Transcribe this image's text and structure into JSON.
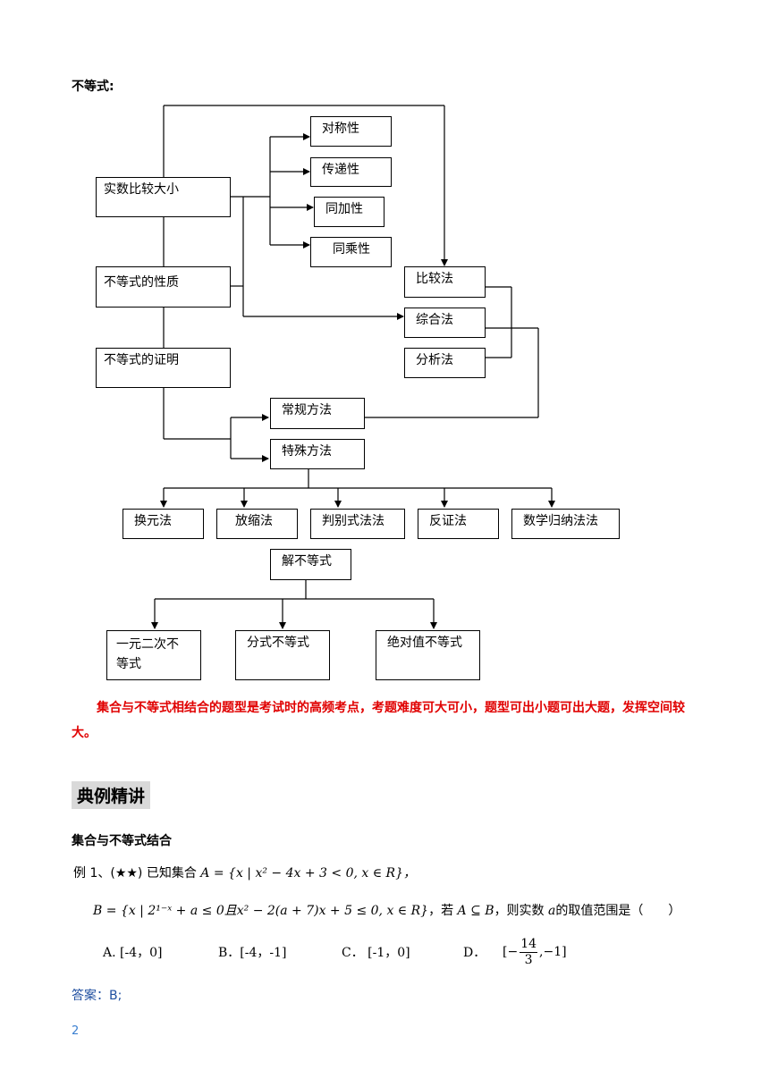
{
  "page": {
    "top_heading": "不等式:",
    "footer_page_number": "2"
  },
  "diagram": {
    "nodes": {
      "compare_real": "实数比较大小",
      "inequality_props": "不等式的性质",
      "inequality_proof": "不等式的证明",
      "symmetry": "对称性",
      "transitivity": "传递性",
      "additivity": "同加性",
      "multiplicativity": "同乘性",
      "comparison_method": "比较法",
      "synthesis_method": "综合法",
      "analysis_method": "分析法",
      "regular_methods": "常规方法",
      "special_methods": "特殊方法",
      "substitution": "换元法",
      "scaling": "放缩法",
      "discriminant": "判别式法法",
      "contradiction": "反证法",
      "induction": "数学归纳法法",
      "solve_inequality": "解不等式",
      "quadratic_line1": "一元二次不",
      "quadratic_line2": "等式",
      "fractional": "分式不等式",
      "absolute": "绝对值不等式"
    }
  },
  "notes": {
    "high_freq": "集合与不等式相结合的题型是考试时的高频考点，考题难度可大可小，题型可出小题可出大题，发挥空间较大。"
  },
  "section": {
    "title": "典例精讲",
    "subtitle": "集合与不等式结合"
  },
  "example1": {
    "label": "例 1、(★★) 已知集合",
    "set_a": "A = {x | x² − 4x + 3 < 0, x ∈ R}，",
    "set_b": "B = {x | 2¹⁻ˣ + a ≤ 0且x² − 2(a + 7)x + 5 ≤ 0, x ∈ R}",
    "condition_prefix": "，若",
    "condition": "A ⊆ B",
    "question_suffix": "，则实数",
    "var": "a",
    "question_end": "的取值范围是（　　）",
    "options": {
      "a": "A.  [-4，0]",
      "b": "B．[-4，-1]",
      "c": "C．  [-1，0]",
      "d_label": "D．",
      "d_left": "[−",
      "d_num": "14",
      "d_den": "3",
      "d_right": ",−1]"
    },
    "answer": "答案：B;"
  }
}
